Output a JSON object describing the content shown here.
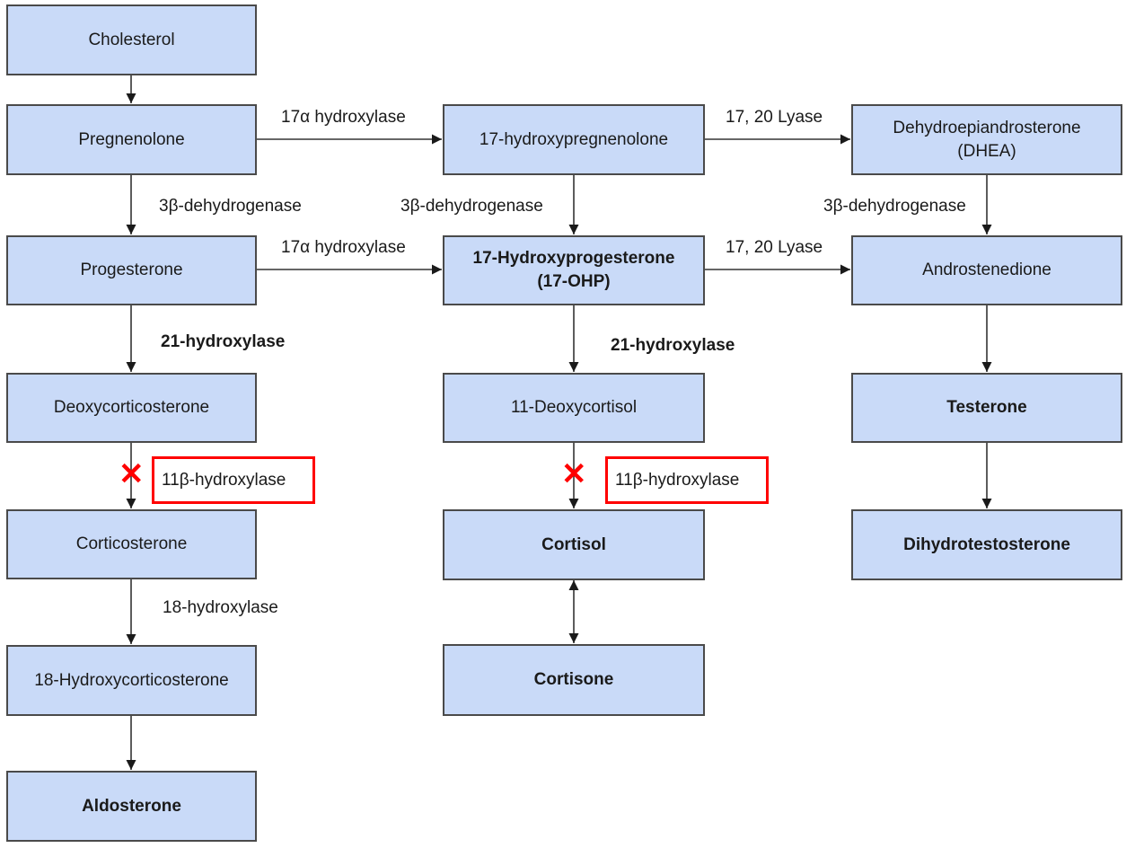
{
  "diagram": {
    "nodes": {
      "cholesterol": "Cholesterol",
      "pregnenolone": "Pregnenolone",
      "hydroxypregnenolone": "17-hydroxypregnenolone",
      "dhea_line1": "Dehydroepiandrosterone",
      "dhea_line2": "(DHEA)",
      "progesterone": "Progesterone",
      "ohp_line1": "17-Hydroxyprogesterone",
      "ohp_line2": "(17-OHP)",
      "androstenedione": "Androstenedione",
      "deoxycorticosterone": "Deoxycorticosterone",
      "deoxycortisol": "11-Deoxycortisol",
      "testerone": "Testerone",
      "corticosterone": "Corticosterone",
      "cortisol": "Cortisol",
      "dihydrotestosterone": "Dihydrotestosterone",
      "hydroxycorticosterone": "18-Hydroxycorticosterone",
      "cortisone": "Cortisone",
      "aldosterone": "Aldosterone"
    },
    "enzymes": {
      "hydroxylase17a_1": "17α hydroxylase",
      "lyase_1": "17, 20 Lyase",
      "dehydrogenase_left": "3β-dehydrogenase",
      "dehydrogenase_mid": "3β-dehydrogenase",
      "dehydrogenase_right": "3β-dehydrogenase",
      "hydroxylase17a_2": "17α hydroxylase",
      "lyase_2": "17, 20 Lyase",
      "hydroxylase21_left": "21-hydroxylase",
      "hydroxylase21_mid": "21-hydroxylase",
      "hydroxylase11b_left": "11β-hydroxylase",
      "hydroxylase11b_mid": "11β-hydroxylase",
      "hydroxylase18": "18-hydroxylase"
    },
    "block_marks": {
      "left": "✕",
      "mid": "✕"
    },
    "colors": {
      "node_fill": "#c9daf8",
      "block_red": "#ff0000"
    }
  }
}
